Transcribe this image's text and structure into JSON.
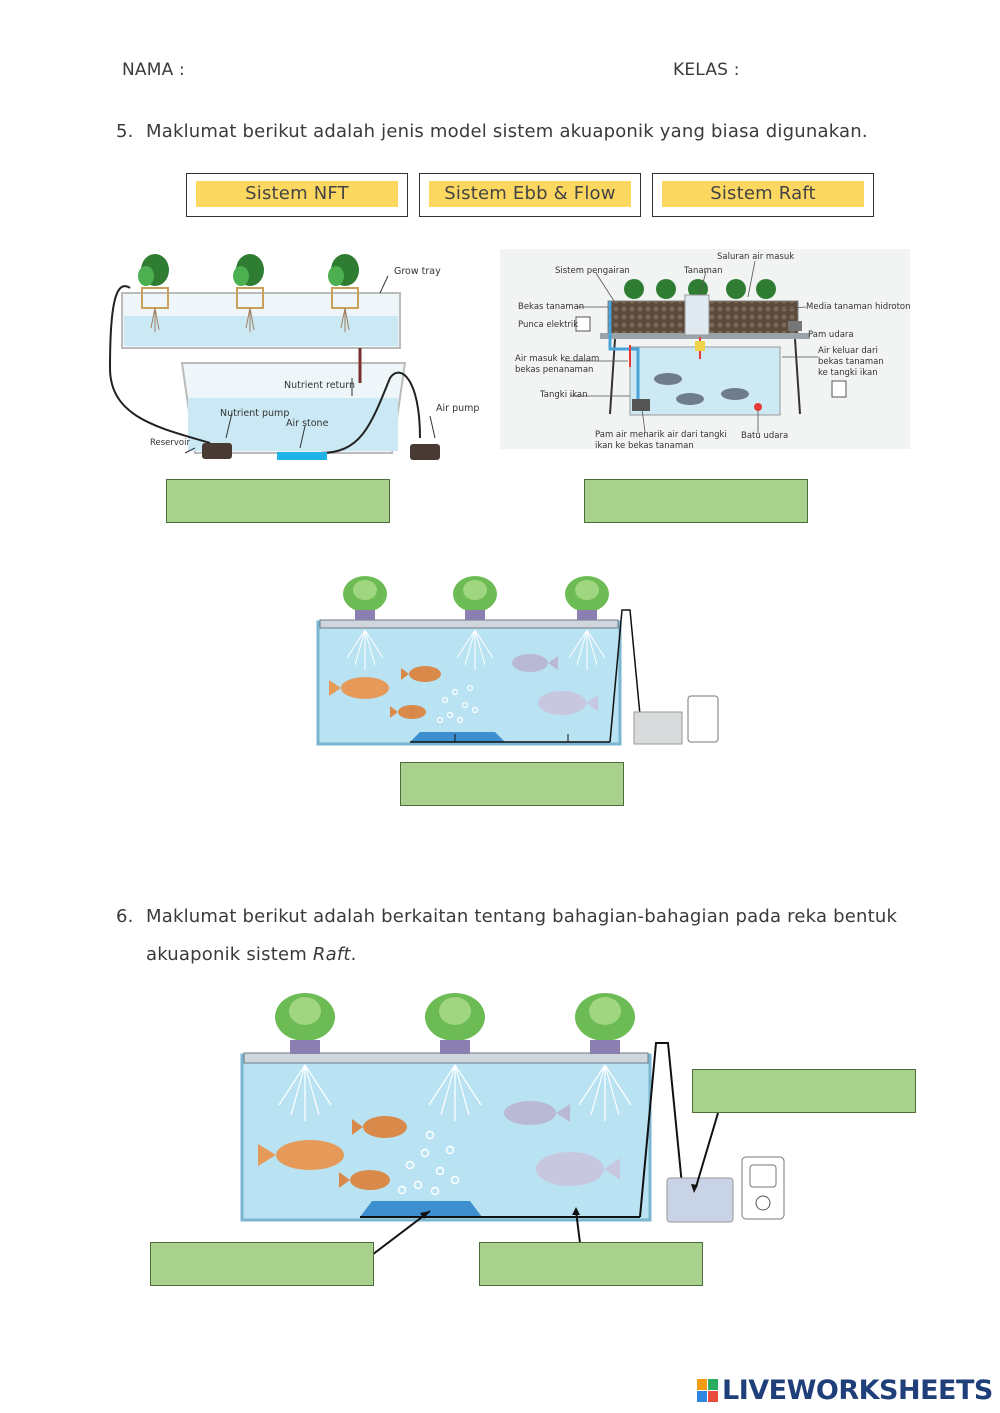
{
  "header": {
    "nama_label": "NAMA :",
    "kelas_label": "KELAS :"
  },
  "question5": {
    "number": "5.",
    "text": "Maklumat berikut adalah jenis model sistem akuaponik yang biasa digunakan.",
    "options": [
      "Sistem NFT",
      "Sistem Ebb & Flow",
      "Sistem Raft"
    ]
  },
  "nft_diagram": {
    "labels": {
      "grow_tray": "Grow tray",
      "nutrient_return": "Nutrient return",
      "nutrient_pump": "Nutrient pump",
      "air_stone": "Air stone",
      "air_pump": "Air pump",
      "reservoir": "Reservoir"
    }
  },
  "ebb_diagram": {
    "labels": {
      "saluran": "Saluran air masuk",
      "sistem_pengairan": "Sistem pengairan",
      "tanaman": "Tanaman",
      "bekas_tanaman": "Bekas tanaman",
      "media": "Media tanaman hidroton",
      "punca": "Punca elektrik",
      "pam_udara": "Pam udara",
      "air_masuk_1": "Air masuk ke dalam",
      "air_masuk_2": "bekas penanaman",
      "air_keluar_1": "Air keluar dari",
      "air_keluar_2": "bekas tanaman",
      "air_keluar_3": "ke tangki ikan",
      "tangki": "Tangki ikan",
      "pam_air_1": "Pam air menarik air dari tangki",
      "pam_air_2": "ikan ke bekas tanaman",
      "batu_udara": "Batu udara"
    }
  },
  "question6": {
    "number": "6.",
    "text_line1": "Maklumat berikut adalah berkaitan tentang bahagian-bahagian pada reka bentuk",
    "text_line2_prefix": "akuaponik sistem ",
    "text_line2_italic": "Raft",
    "text_line2_suffix": "."
  },
  "footer": {
    "brand": "LIVEWORKSHEETS"
  },
  "colors": {
    "option_fill": "#fcd860",
    "answer_fill": "#a9d18e",
    "water": "#b9e3f2"
  }
}
